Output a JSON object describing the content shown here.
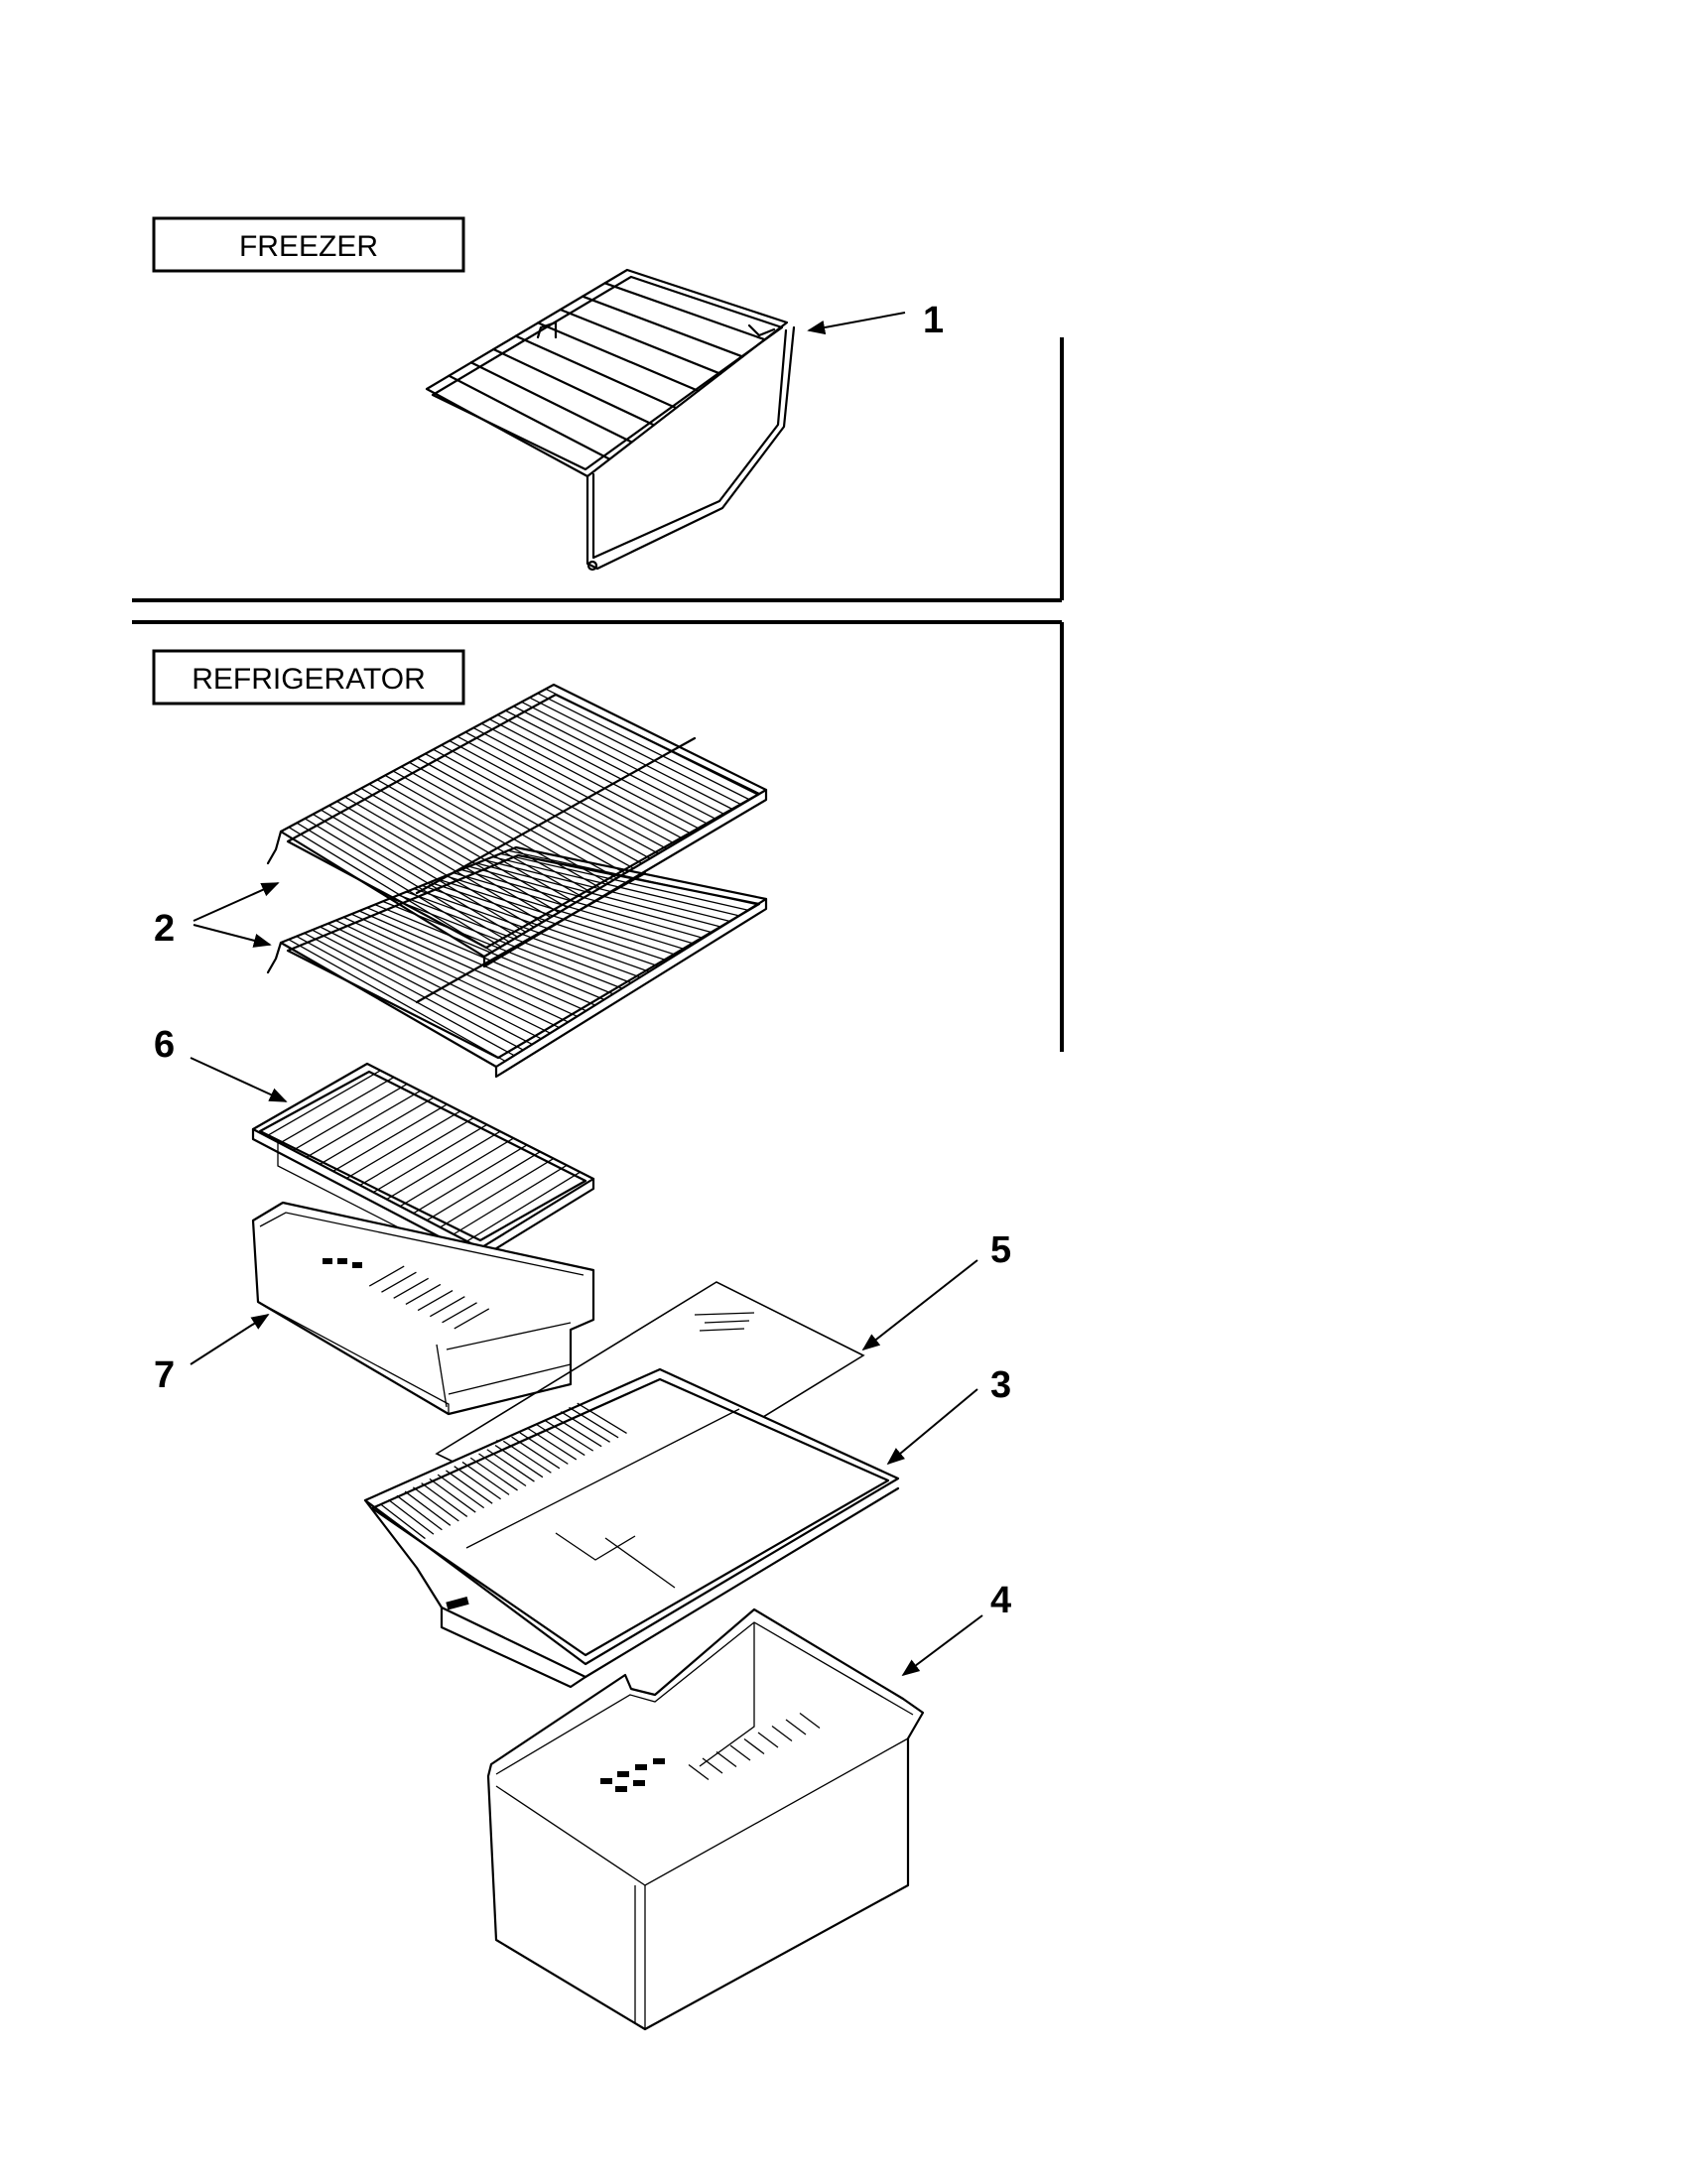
{
  "sections": {
    "freezer": {
      "label": "FREEZER"
    },
    "refrigerator": {
      "label": "REFRIGERATOR"
    }
  },
  "callouts": {
    "c1": "1",
    "c2": "2",
    "c3": "3",
    "c4": "4",
    "c5": "5",
    "c6": "6",
    "c7": "7"
  }
}
